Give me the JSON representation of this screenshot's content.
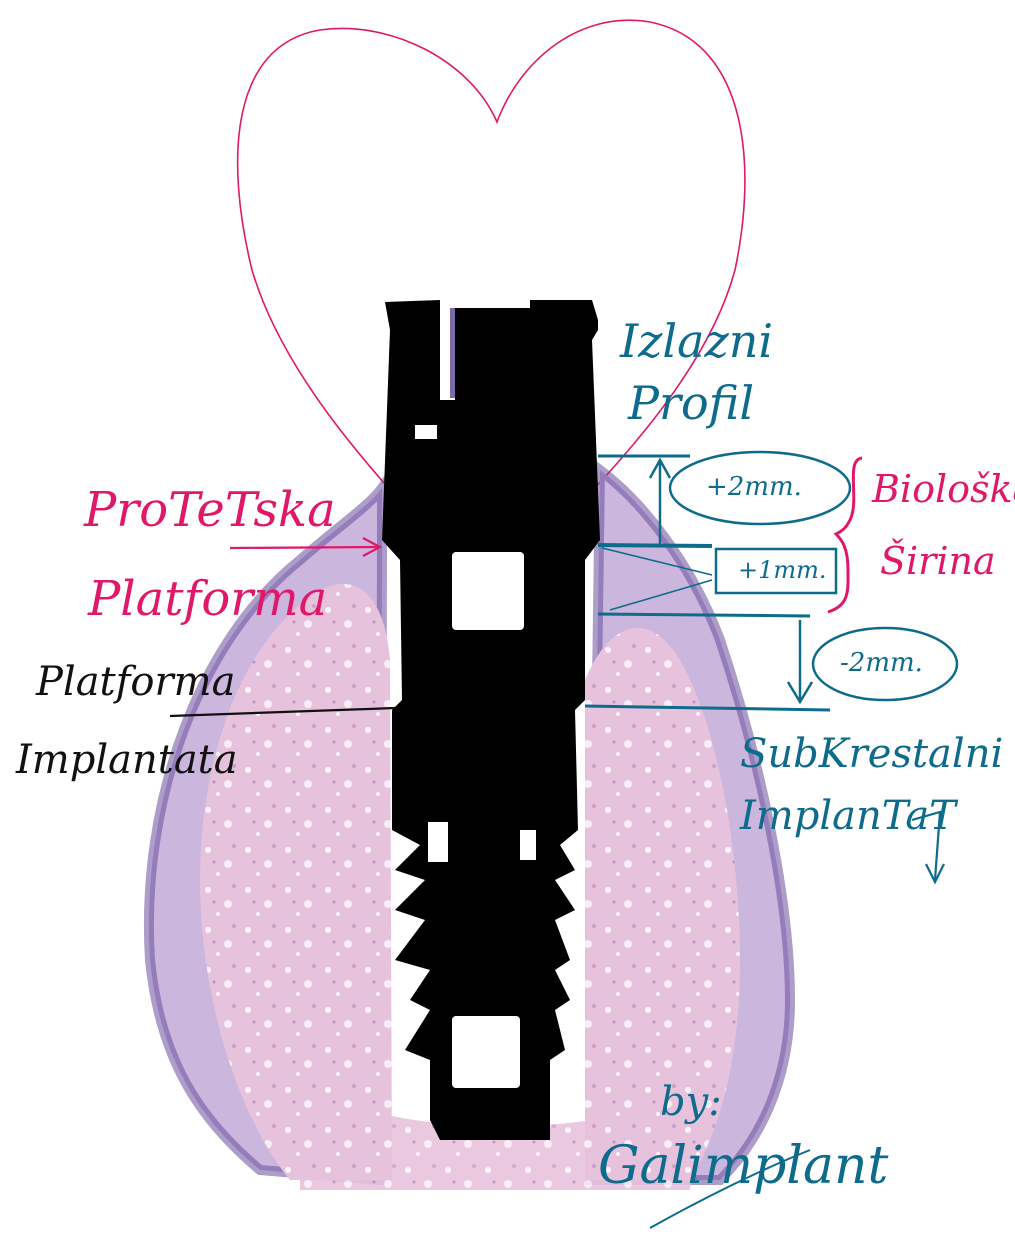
{
  "labels": {
    "izlazni_profil_line1": "Izlazni",
    "izlazni_profil_line2": "Profil",
    "proteticka_line1": "ProTeTska",
    "proteticka_line2": "Platforma",
    "bioloska_line1": "Biološka",
    "bioloska_line2": "Širina",
    "platforma_implantata_line1": "Platforma",
    "platforma_implantata_line2": "Implantata",
    "plus_2mm": "+2mm.",
    "plus_1mm": "+1mm.",
    "minus_2mm": "-2mm.",
    "subkrestalni_line1": "SubKrestalni",
    "subkrestalni_line2": "ImplanTaT",
    "by": "by:",
    "signature": "Galimplant"
  },
  "colors": {
    "pink_ink": "#e0186a",
    "teal_ink": "#0e6b8c",
    "black_ink": "#111111",
    "tissue_purple": "#6a4c9c",
    "bone_pink": "#e8c3dc",
    "implant_black": "#000000"
  }
}
